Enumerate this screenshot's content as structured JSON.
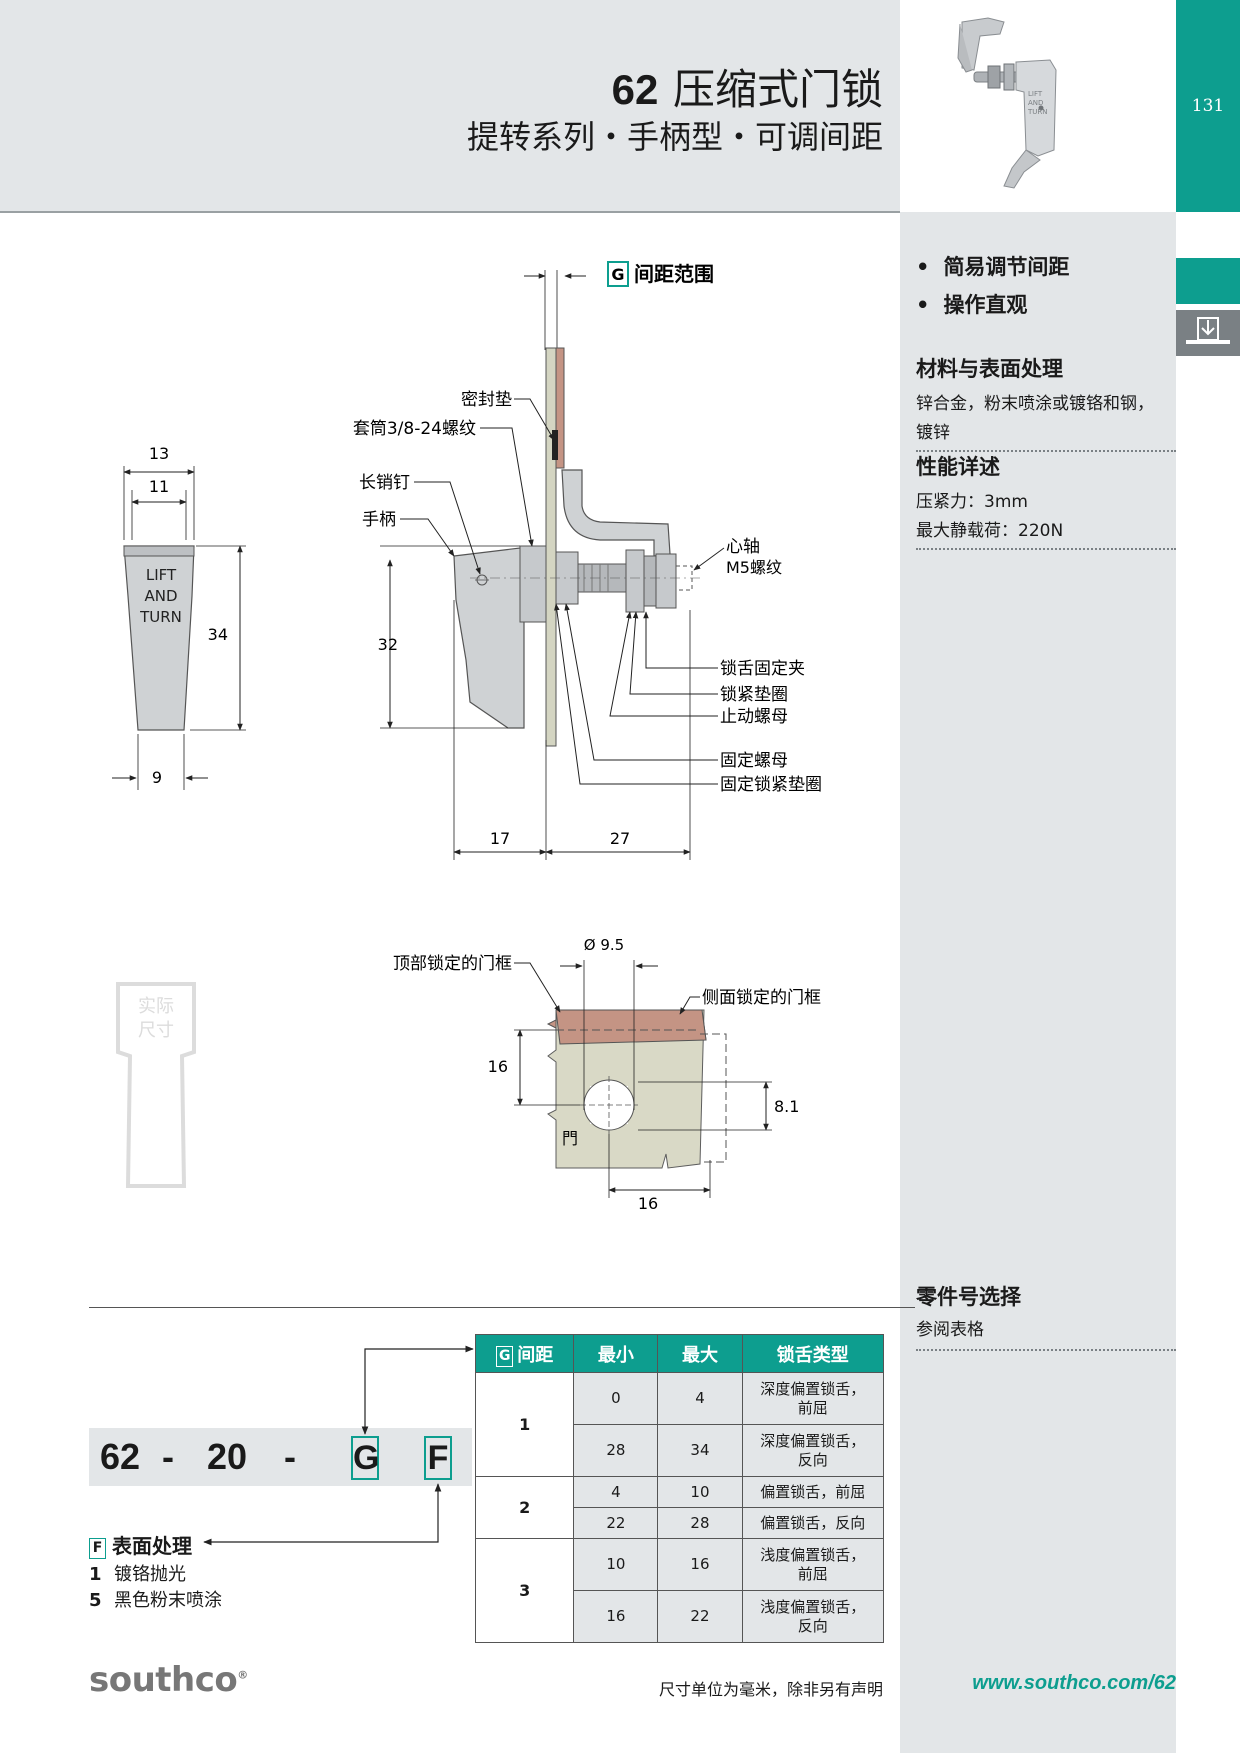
{
  "header": {
    "product_number": "62",
    "title_text": "压缩式门锁",
    "subtitle": "提转系列・手柄型・可调间距",
    "page_number": "131"
  },
  "sidebar": {
    "features": [
      "简易调节间距",
      "操作直观"
    ],
    "material_heading": "材料与表面处理",
    "material_lines": [
      "锌合金，粉末喷涂或镀铬和钢，",
      "镀锌"
    ],
    "performance_heading": "性能详述",
    "performance_lines": [
      "压紧力：3mm",
      "最大静载荷：220N"
    ],
    "partno_heading": "零件号选择",
    "partno_text": "参阅表格"
  },
  "drawing_top": {
    "gap_box_letter": "G",
    "gap_label": "间距范围",
    "handle_face_lines": [
      "LIFT",
      "AND",
      "TURN"
    ],
    "dims": {
      "d13": "13",
      "d11": "11",
      "d34": "34",
      "d32": "32",
      "d9": "9",
      "d17": "17",
      "d27": "27"
    },
    "callouts": {
      "gasket": "密封垫",
      "sleeve": "套筒3/8-24螺纹",
      "pin": "长销钉",
      "handle": "手柄",
      "spindle": "心轴",
      "spindle_thread": "M5螺纹",
      "cam_clip": "锁舌固定夹",
      "lock_washer": "锁紧垫圈",
      "stop_nut": "止动螺母",
      "mount_nut": "固定螺母",
      "mount_washer": "固定锁紧垫圈"
    }
  },
  "drawing_bottom": {
    "actual_size_lines": [
      "实际",
      "尺寸"
    ],
    "top_frame": "顶部锁定的门框",
    "side_frame": "侧面锁定的门框",
    "dia": "Ø 9.5",
    "d16_v": "16",
    "d8_1": "8.1",
    "d16_h": "16",
    "door_label": "門"
  },
  "part_number": {
    "tokens": [
      "62",
      "-",
      "20",
      "-"
    ],
    "g_letter": "G",
    "f_letter": "F",
    "finish_heading": "表面处理",
    "finish_options": [
      {
        "code": "1",
        "label": "镀铬抛光"
      },
      {
        "code": "5",
        "label": "黑色粉末喷涂"
      }
    ]
  },
  "table": {
    "headers": {
      "gap_letter": "G",
      "gap": "间距",
      "min": "最小",
      "max": "最大",
      "cam": "锁舌类型"
    },
    "groups": [
      {
        "g": "1",
        "rows": [
          {
            "min": "0",
            "max": "4",
            "cam": [
              "深度偏置锁舌，",
              "前屈"
            ]
          },
          {
            "min": "28",
            "max": "34",
            "cam": [
              "深度偏置锁舌，",
              "反向"
            ]
          }
        ]
      },
      {
        "g": "2",
        "rows": [
          {
            "min": "4",
            "max": "10",
            "cam": [
              "偏置锁舌，前屈"
            ]
          },
          {
            "min": "22",
            "max": "28",
            "cam": [
              "偏置锁舌，反向"
            ]
          }
        ]
      },
      {
        "g": "3",
        "rows": [
          {
            "min": "10",
            "max": "16",
            "cam": [
              "浅度偏置锁舌，",
              "前屈"
            ]
          },
          {
            "min": "16",
            "max": "22",
            "cam": [
              "浅度偏置锁舌，",
              "反向"
            ]
          }
        ]
      }
    ]
  },
  "footer": {
    "logo": "southco",
    "logo_mark": "®",
    "note": "尺寸单位为毫米，除非另有声明",
    "url": "www.southco.com/62"
  },
  "colors": {
    "accent": "#0d9e8f",
    "panel": "#e3e6e8",
    "frame": "#c49484",
    "door": "#d8d8c4"
  }
}
